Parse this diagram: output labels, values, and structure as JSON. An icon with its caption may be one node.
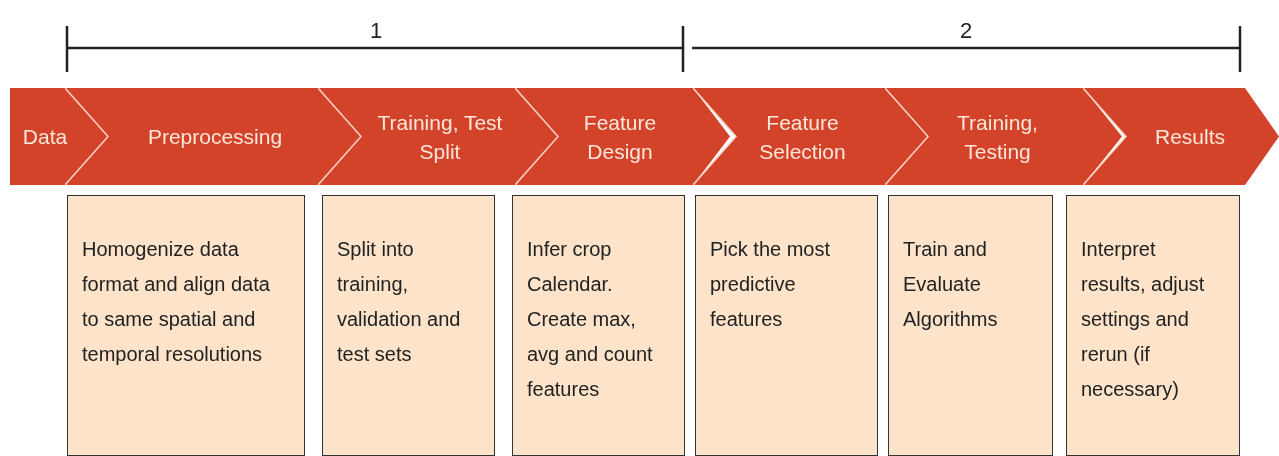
{
  "diagram": {
    "nodes": [
      {
        "text": [
          "Data"
        ]
      },
      {
        "text": [
          "Preprocessing"
        ]
      },
      {
        "text": [
          "Training, Test Split"
        ]
      },
      {
        "text": [
          "Feature Design"
        ]
      },
      {
        "text": [
          "Feature Selection"
        ]
      },
      {
        "text": [
          "Training, Testing"
        ]
      },
      {
        "text": [
          "Results"
        ]
      },
      {
        "text": [
          "Homogenize data format and align data to same spatial and temporal resolutions"
        ]
      },
      {
        "text": [
          "Split into training, validation and test sets"
        ]
      },
      {
        "text": [
          "Infer crop Calendar. Create max, avg and count features"
        ]
      },
      {
        "text": [
          "Pick the most predictive features"
        ]
      },
      {
        "text": [
          "Train and Evaluate Algorithms"
        ]
      },
      {
        "text": [
          "Interpret results, adjust settings and rerun (if necessary)"
        ]
      }
    ],
    "edges": [],
    "labels": [
      "1",
      "2"
    ]
  }
}
